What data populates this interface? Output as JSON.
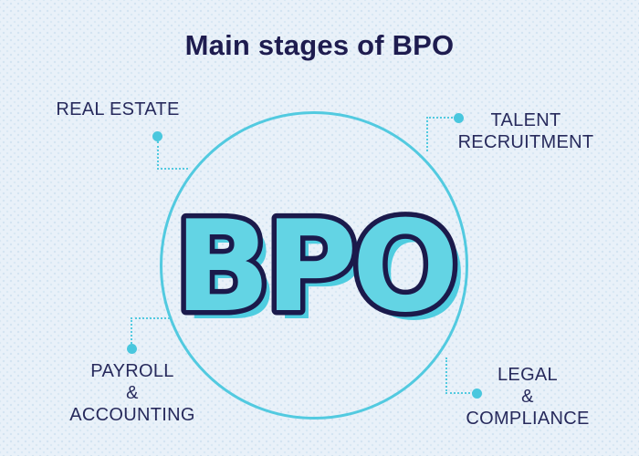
{
  "title": "Main stages of BPO",
  "center": {
    "label": "BPO"
  },
  "stages": [
    {
      "id": "real-estate",
      "lines": [
        "REAL ESTATE"
      ]
    },
    {
      "id": "talent-recruitment",
      "lines": [
        "TALENT",
        "RECRUITMENT"
      ]
    },
    {
      "id": "payroll-accounting",
      "lines": [
        "PAYROLL",
        "&",
        "ACCOUNTING"
      ]
    },
    {
      "id": "legal-compliance",
      "lines": [
        "LEGAL",
        "&",
        "COMPLIANCE"
      ]
    }
  ],
  "colors": {
    "background": "#e9f1f9",
    "pattern_dot": "#d4e4f2",
    "teal_accent": "#52cae0",
    "title_navy": "#1e1c4f",
    "label_navy": "#272a5c",
    "bpo_fill": "#63d4e4",
    "bpo_shadow": "#4fcde0",
    "bpo_outline": "#1b1a4b"
  }
}
